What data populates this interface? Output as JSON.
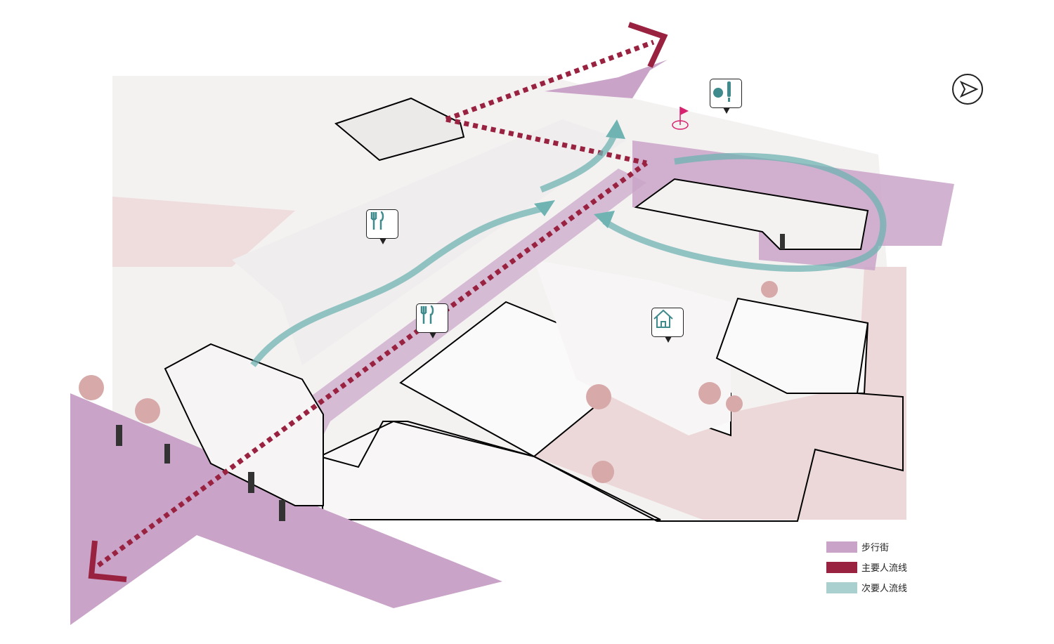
{
  "legend": {
    "items": [
      {
        "label": "步行街",
        "color": "#c9a4c8"
      },
      {
        "label": "主要人流线",
        "color": "#9a2241"
      },
      {
        "label": "次要人流线",
        "color": "#a9d0cf"
      }
    ]
  },
  "colors": {
    "pedestrian_street": "#c9a4c8",
    "main_flow": "#9a2241",
    "secondary_flow": "#6fb3b2",
    "icon_teal": "#3f8a8c",
    "flag": "#d6226f",
    "building": "#f3f1f1",
    "ground_pink": "#ecd8d8"
  },
  "icons": [
    "restaurant-icon",
    "restaurant-icon",
    "home-icon",
    "baseball-icon",
    "golf-flag-icon",
    "north-arrow-icon"
  ]
}
